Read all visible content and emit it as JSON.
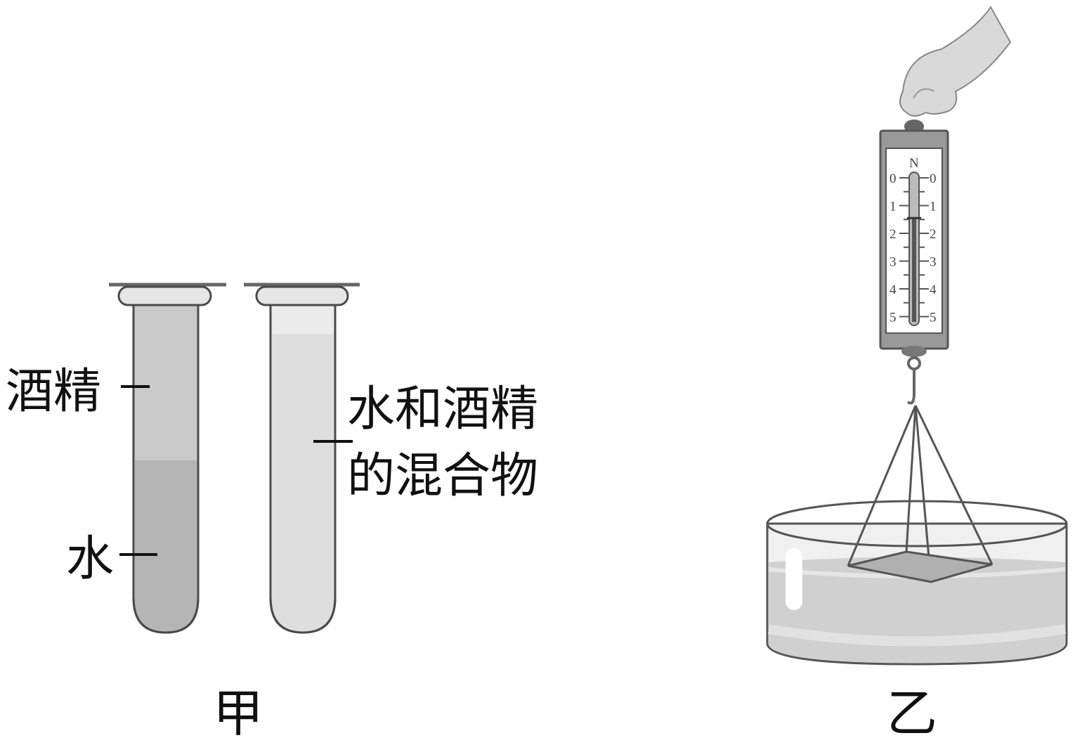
{
  "figure_a": {
    "caption": "甲",
    "tube1_labels": {
      "alcohol": "酒精",
      "water": "水"
    },
    "tube2_label_line1": "水和酒精",
    "tube2_label_line2": "的混合物"
  },
  "figure_b": {
    "caption": "乙",
    "scale_unit": "N",
    "scale_ticks": [
      "0",
      "1",
      "2",
      "3",
      "4",
      "5"
    ],
    "pointer_reading_N": 1.45
  },
  "colors": {
    "alcohol": "#c9c9c9",
    "water": "#b5b5b5",
    "mixture": "#dedede",
    "outline": "#4a4a4a"
  }
}
